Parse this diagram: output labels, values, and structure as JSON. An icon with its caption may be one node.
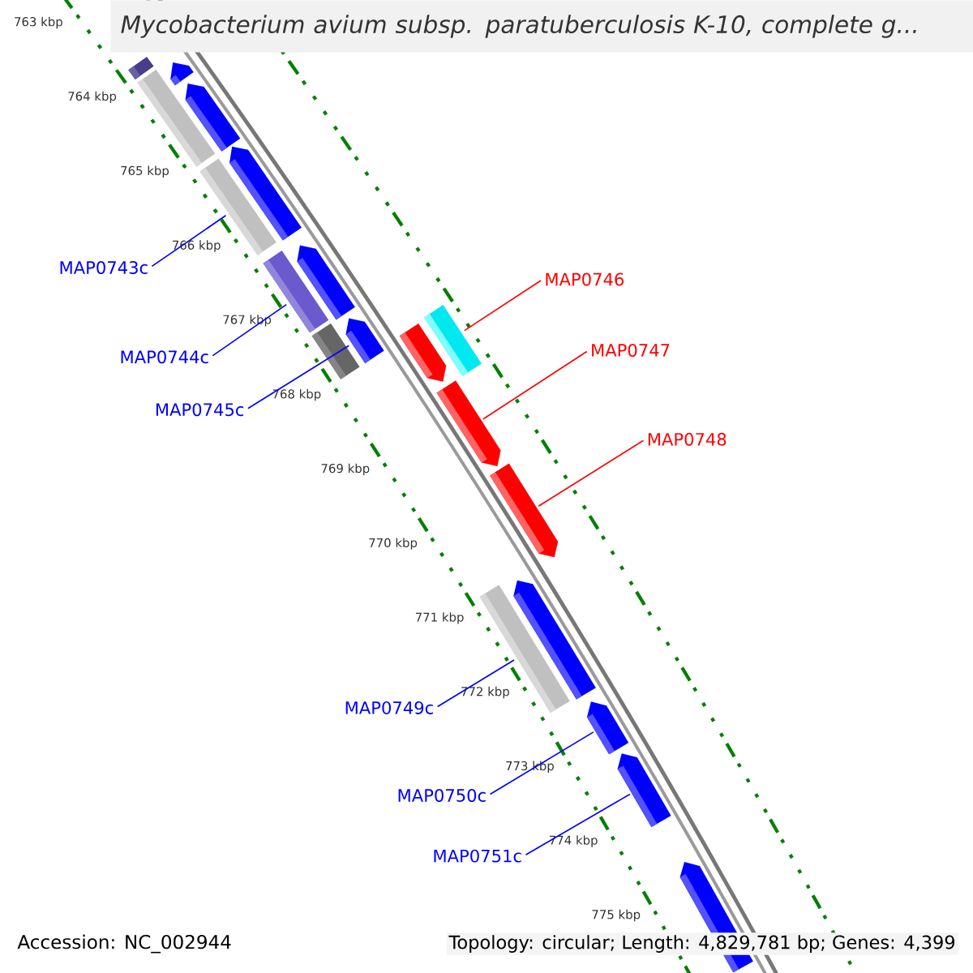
{
  "diagram": {
    "title": "Mycobacterium avium subsp. paratuberculosis K-10, complete g...",
    "nodes": [
      {
        "text": [
          "MAP0743c"
        ]
      },
      {
        "text": [
          "MAP0744c"
        ]
      },
      {
        "text": [
          "MAP0745c"
        ]
      },
      {
        "text": [
          "MAP0746"
        ]
      },
      {
        "text": [
          "MAP0747"
        ]
      },
      {
        "text": [
          "MAP0748"
        ]
      },
      {
        "text": [
          "MAP0749c"
        ]
      },
      {
        "text": [
          "MAP0750c"
        ]
      },
      {
        "text": [
          "MAP0751c"
        ]
      },
      {
        "text": [],
        "shape": "arrow"
      },
      {
        "text": [],
        "shape": "arrow"
      },
      {
        "text": [],
        "shape": "arrow"
      },
      {
        "text": [],
        "shape": "arrow"
      },
      {
        "text": [],
        "shape": "arrow"
      },
      {
        "text": [],
        "shape": "arrow"
      },
      {
        "text": [],
        "shape": "arrow"
      },
      {
        "text": [],
        "shape": "arrow"
      },
      {
        "text": [],
        "shape": "arrow"
      },
      {
        "text": [],
        "shape": "arrow"
      },
      {
        "text": [],
        "shape": "arrow"
      },
      {
        "text": [],
        "shape": "arrow"
      }
    ],
    "edges": [
      {
        "from": 0,
        "to": 11,
        "arrow": "none"
      },
      {
        "from": 1,
        "to": 12,
        "arrow": "none"
      },
      {
        "from": 2,
        "to": 13,
        "arrow": "none"
      },
      {
        "from": 3,
        "to": 14,
        "arrow": "none",
        "color": "#ff0000"
      },
      {
        "from": 4,
        "to": 15,
        "arrow": "none",
        "color": "#ff0000"
      },
      {
        "from": 5,
        "to": 16,
        "arrow": "none",
        "color": "#ff0000"
      },
      {
        "from": 6,
        "to": 17,
        "arrow": "none"
      },
      {
        "from": 7,
        "to": 18,
        "arrow": "none"
      },
      {
        "from": 8,
        "to": 19,
        "arrow": "none"
      }
    ],
    "labels": [
      "763 kbp",
      "764 kbp",
      "765 kbp",
      "766 kbp",
      "767 kbp",
      "768 kbp",
      "769 kbp",
      "770 kbp",
      "771 kbp",
      "772 kbp",
      "773 kbp",
      "774 kbp",
      "775 kbp",
      "Accession: NC_002944",
      "Topology: circular; Length: 4,829,781 bp; Genes: 4,399"
    ]
  }
}
